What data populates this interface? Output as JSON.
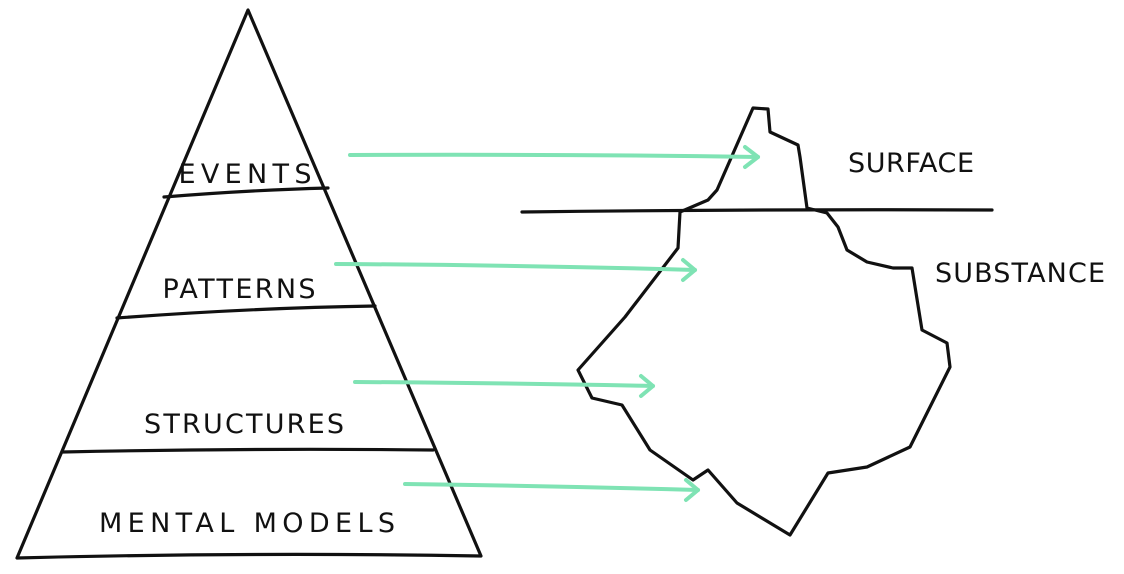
{
  "pyramid": {
    "levels": [
      "EVENTS",
      "PATTERNS",
      "STRUCTURES",
      "MENTAL MODELS"
    ]
  },
  "iceberg": {
    "surface_label": "SURFACE",
    "substance_label": "SUBSTANCE"
  },
  "colors": {
    "ink": "#111111",
    "arrow": "#7fe3b4"
  }
}
